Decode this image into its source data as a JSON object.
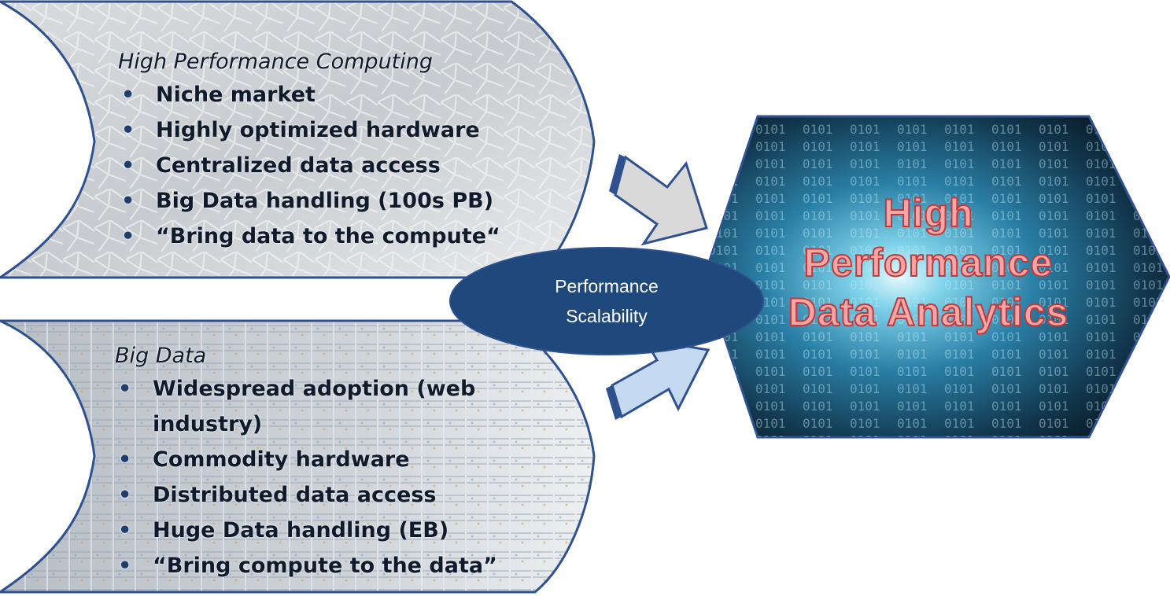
{
  "hpc": {
    "title": "High Performance Computing",
    "bullets": [
      "Niche market",
      "Highly optimized hardware",
      "Centralized data access",
      "Big Data handling (100s PB)",
      "“Bring data to the compute“"
    ]
  },
  "bigdata": {
    "title": "Big Data",
    "bullets": [
      "Widespread adoption (web industry)",
      "Commodity hardware",
      "Distributed data access",
      "Huge Data handling (EB)",
      "“Bring compute to the data”"
    ]
  },
  "ellipse": {
    "line1": "Performance",
    "line2": "Scalability"
  },
  "result": {
    "line1": "High",
    "line2": "Performance",
    "line3": "Data Analytics"
  },
  "bullet_glyph": "•",
  "colors": {
    "navy": "#1f497d",
    "border": "#2f528f",
    "title_red": "#c0393b",
    "title_fill": "#f3a7a7"
  }
}
